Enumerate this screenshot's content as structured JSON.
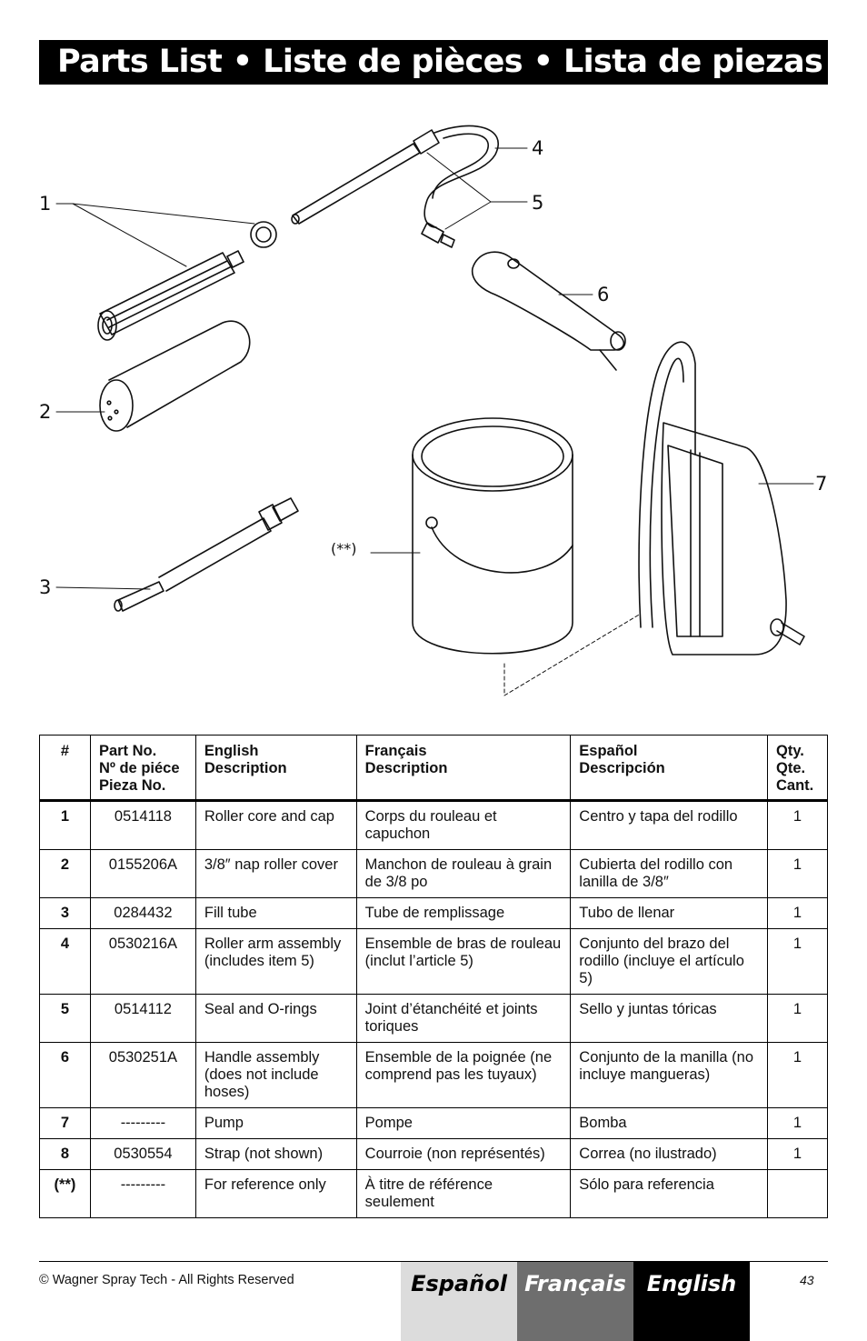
{
  "title": "Parts List • Liste de pièces • Lista de piezas",
  "callouts": {
    "c1": "1",
    "c2": "2",
    "c3": "3",
    "c4": "4",
    "c5": "5",
    "c6": "6",
    "c7": "7",
    "ref": "(**)"
  },
  "table": {
    "headers": {
      "num": "#",
      "part": [
        "Part No.",
        "Nº de piéce",
        "Pieza No."
      ],
      "english": [
        "English",
        "Description"
      ],
      "french": [
        "Français",
        "Description"
      ],
      "spanish": [
        "Español",
        "Descripción"
      ],
      "qty": [
        "Qty.",
        "Qte.",
        "Cant."
      ]
    },
    "rows": [
      {
        "num": "1",
        "part": "0514118",
        "en": "Roller core and cap",
        "fr": "Corps du rouleau et capuchon",
        "es": "Centro y tapa del rodillo",
        "qty": "1"
      },
      {
        "num": "2",
        "part": "0155206A",
        "en": "3/8″ nap roller cover",
        "fr": "Manchon de rouleau à grain de 3/8 po",
        "es": "Cubierta del rodillo con lanilla de 3/8″",
        "qty": "1"
      },
      {
        "num": "3",
        "part": "0284432",
        "en": "Fill tube",
        "fr": "Tube de remplissage",
        "es": "Tubo de llenar",
        "qty": "1"
      },
      {
        "num": "4",
        "part": "0530216A",
        "en": "Roller arm assembly (includes item 5)",
        "fr": "Ensemble de bras de rouleau (inclut l’article 5)",
        "es": "Conjunto del brazo del rodillo (incluye el artículo 5)",
        "qty": "1"
      },
      {
        "num": "5",
        "part": "0514112",
        "en": "Seal and O-rings",
        "fr": "Joint d’étanchéité et joints toriques",
        "es": "Sello y juntas tóricas",
        "qty": "1"
      },
      {
        "num": "6",
        "part": "0530251A",
        "en": "Handle assembly (does not include hoses)",
        "fr": "Ensemble de la poignée (ne comprend pas les tuyaux)",
        "es": "Conjunto de la manilla (no incluye mangueras)",
        "qty": "1"
      },
      {
        "num": "7",
        "part": "---------",
        "en": "Pump",
        "fr": "Pompe",
        "es": "Bomba",
        "qty": "1"
      },
      {
        "num": "8",
        "part": "0530554",
        "en": "Strap (not shown)",
        "fr": "Courroie (non représentés)",
        "es": "Correa (no ilustrado)",
        "qty": "1"
      },
      {
        "num": "(**)",
        "part": "---------",
        "en": "For reference only",
        "fr": "À titre de référence seulement",
        "es": "Sólo para referencia",
        "qty": ""
      }
    ]
  },
  "footer": {
    "copyright": "© Wagner Spray Tech - All Rights Reserved",
    "page": "43",
    "tabs": {
      "es": "Español",
      "fr": "Français",
      "en": "English"
    }
  }
}
